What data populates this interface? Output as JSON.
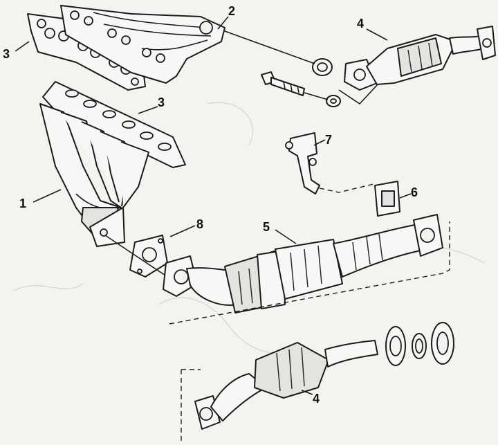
{
  "callouts": {
    "c1": "1",
    "c2": "2",
    "c3_top": "3",
    "c3_mid": "3",
    "c4_top": "4",
    "c4_bottom": "4",
    "c5": "5",
    "c6": "6",
    "c7": "7",
    "c8": "8"
  },
  "colors": {
    "background": "#f4f3ef",
    "line": "#1b1b1b",
    "part_fill": "#f7f7f5",
    "shade": "#e3e3df"
  }
}
